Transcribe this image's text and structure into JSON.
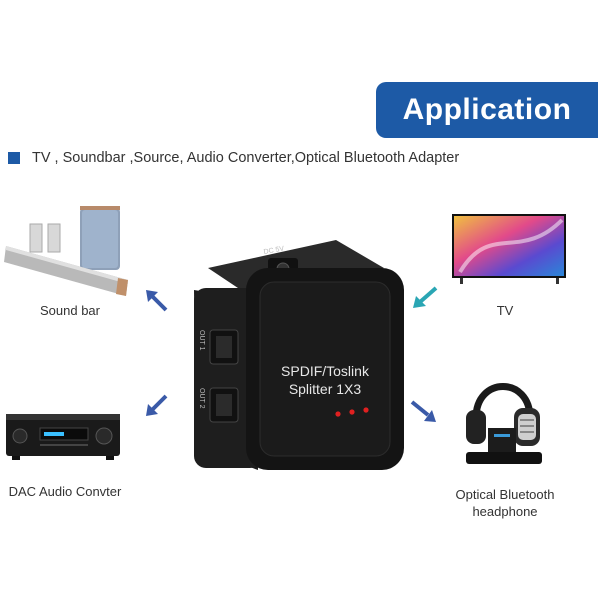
{
  "header": {
    "title": "Application",
    "subtitle": "TV , Soundbar ,Source, Audio Converter,Optical Bluetooth Adapter"
  },
  "device": {
    "line1": "SPDIF/Toslink",
    "line2": "Splitter 1X3",
    "port_out1": "OUT 1",
    "port_out2": "OUT 2",
    "port_dc": "DC 5V"
  },
  "devices": {
    "soundbar": "Sound bar",
    "tv": "TV",
    "dac": "DAC Audio Convter",
    "headphone_line1": "Optical Bluetooth",
    "headphone_line2": "headphone"
  },
  "colors": {
    "accent": "#1d5aa6",
    "arrow_output": "#3a5aa8",
    "arrow_input": "#2aa6b4"
  }
}
